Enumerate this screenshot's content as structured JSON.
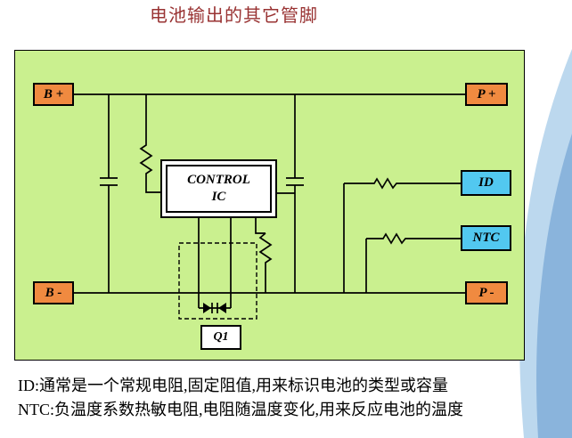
{
  "slide": {
    "title": "电池输出的其它管脚",
    "notes": [
      "ID:通常是一个常规电阻,固定阻值,用来标识电池的类型或容量",
      "NTC:负温度系数热敏电阻,电阻随温度变化,用来反应电池的温度"
    ]
  },
  "diagram": {
    "terminals": {
      "b_plus": "B +",
      "p_plus": "P +",
      "b_minus": "B -",
      "p_minus": "P -"
    },
    "blocks": {
      "control_line1": "CONTROL",
      "control_line2": "IC",
      "id_label": "ID",
      "ntc_label": "NTC",
      "q1_label": "Q1"
    },
    "colors": {
      "panel_bg": "#caf08f",
      "terminal_bg": "#f08a40",
      "pin_bg": "#52c8f0",
      "title_color": "#993333",
      "swoosh_light": "#bcd8ee",
      "swoosh_dark": "#8ab4dc"
    }
  }
}
